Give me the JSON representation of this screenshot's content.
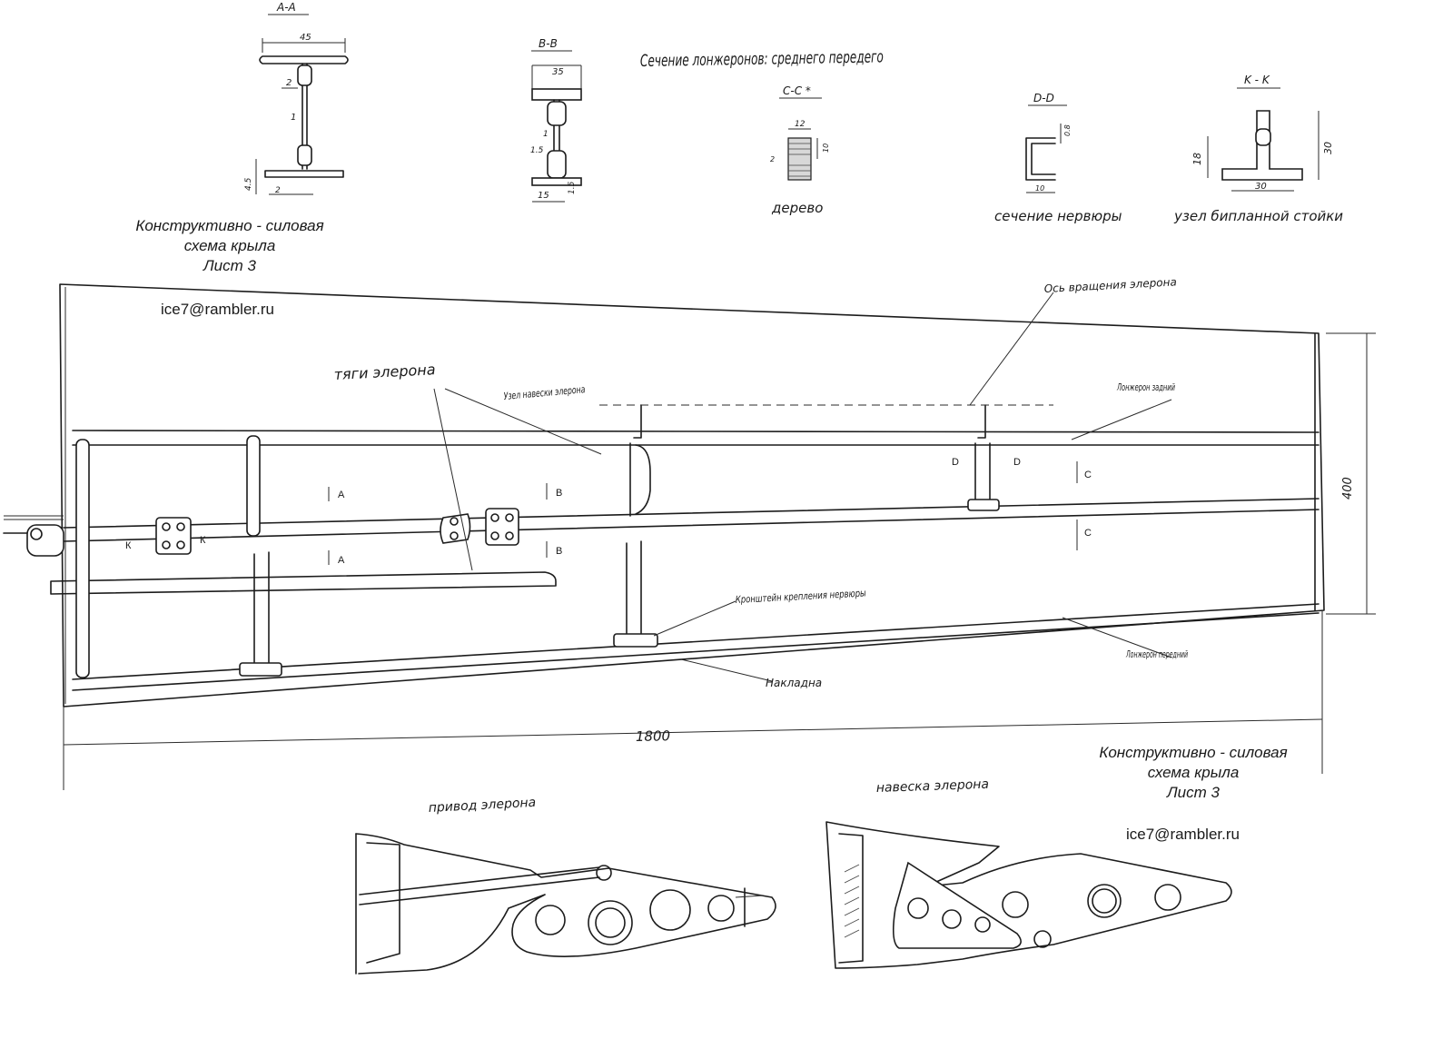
{
  "title_block": {
    "line1": "Конструктивно - силовая",
    "line2": "схема крыла",
    "line3": "Лист 3",
    "email": "ice7@rambler.ru"
  },
  "heading": "Сечение лонжеронов: среднего передего",
  "sections": {
    "aa": {
      "label": "А-А",
      "dims": [
        "45",
        "2",
        "1",
        "4.5",
        "2"
      ]
    },
    "bb": {
      "label": "В-В",
      "dims": [
        "35",
        "1",
        "1.5",
        "15",
        "1.5"
      ]
    },
    "cc": {
      "label": "С-С *",
      "caption": "дерево",
      "dims": [
        "12",
        "10",
        "2"
      ]
    },
    "dd": {
      "label": "D-D",
      "caption": "сечение нервюры",
      "dims": [
        "0.8",
        "10"
      ]
    },
    "kk": {
      "label": "K - K",
      "caption": "узел бипланной стойки",
      "dims": [
        "18",
        "30",
        "30"
      ]
    }
  },
  "plan": {
    "labels": {
      "aileron_axis": "Ось вращения элерона",
      "aileron_rods": "тяги элерона",
      "aileron_hinge": "Узел навески элерона",
      "rear_spar": "Лонжерон задний",
      "front_spar": "Лонжерон передний",
      "rib_bracket": "Кронштейн крепления нервюры",
      "overlay": "Накладна"
    },
    "dimensions": {
      "span": "1800",
      "chord": "400"
    },
    "section_marks": [
      "А",
      "А",
      "В",
      "В",
      "К",
      "К",
      "D",
      "D",
      "С",
      "С"
    ]
  },
  "details": {
    "drive": "привод элерона",
    "hinge": "навеска элерона"
  }
}
